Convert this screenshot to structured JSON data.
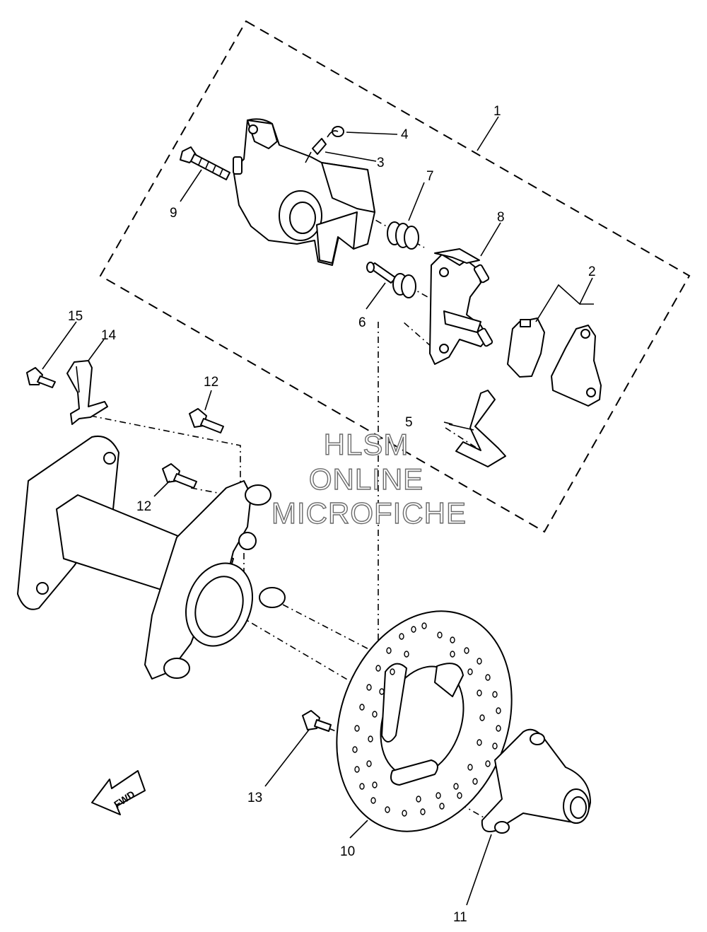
{
  "callouts": {
    "c1": "1",
    "c2": "2",
    "c3": "3",
    "c4": "4",
    "c5": "5",
    "c6": "6",
    "c7": "7",
    "c8": "8",
    "c9": "9",
    "c10": "10",
    "c11": "11",
    "c12a": "12",
    "c12b": "12",
    "c13": "13",
    "c14": "14",
    "c15": "15"
  },
  "watermark": {
    "line1": "HLSM",
    "line2": "ONLINE",
    "line3": "MICROFICHE"
  },
  "direction_label": "FWD"
}
